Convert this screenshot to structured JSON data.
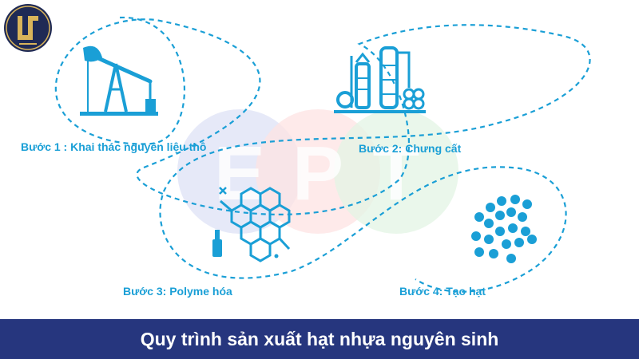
{
  "colors": {
    "accent": "#1a9fd6",
    "banner": "#26367e",
    "watermark_blue": "#dde2f5",
    "watermark_pink": "#fde3e3",
    "watermark_green": "#e3f4e4"
  },
  "logo": {
    "name": "company-monogram-logo"
  },
  "watermark": {
    "letters": [
      "E",
      "P",
      "T"
    ]
  },
  "steps": [
    {
      "label": "Bước 1 : Khai thác nguyên liệu thô",
      "icon": "oil-pumpjack-icon"
    },
    {
      "label": "Bước 2: Chưng cất",
      "icon": "distillation-plant-icon"
    },
    {
      "label": "Bước 3: Polyme hóa",
      "icon": "polymer-molecule-icon"
    },
    {
      "label": "Bước 4: Tạo hạt",
      "icon": "plastic-pellets-icon"
    }
  ],
  "footer": {
    "title": "Quy trình sản xuất hạt nhựa nguyên sinh"
  }
}
